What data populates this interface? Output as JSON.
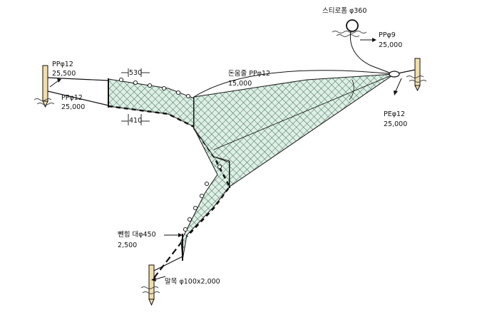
{
  "colors": {
    "net_fill": "#dfeee6",
    "net_mesh": "#2f6d4b",
    "net_edge": "#1a1a1a",
    "post_fill": "#f2dfa8",
    "water": "#444444",
    "line": "#111111"
  },
  "icons": [
    "float-icon",
    "stake-icon",
    "wave-icon",
    "arrow-icon"
  ],
  "labels": {
    "float": "스티로폼 φ360",
    "rope_float_a": "PPφ9",
    "rope_float_b": "25,000",
    "rope_left_top_a": "PPφ12",
    "rope_left_top_b": "25,500",
    "rope_left_bot_a": "PPφ12",
    "rope_left_bot_b": "25,000",
    "dim_top": "530",
    "dim_bottom": "410",
    "surround_rope_a": "돈움줄 PPφ12",
    "surround_rope_b": "15,000",
    "rope_right_a": "PEφ12",
    "rope_right_b": "25,000",
    "spreader_a": "뺀힘 대φ450",
    "spreader_b": "2,500",
    "stake": "말목 φ100x2,000"
  }
}
